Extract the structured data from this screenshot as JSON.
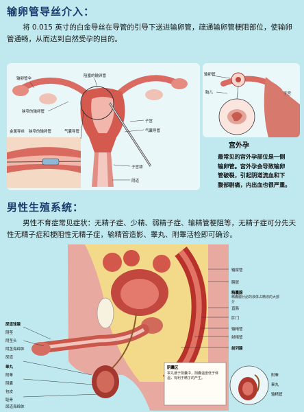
{
  "section1": {
    "title": "输卵管导丝介入：",
    "paragraph": "将 0.015 英寸的白金导丝在导管的引导下送进输卵管，疏通输卵管梗阻部位，使输卵管通畅，从而达到自然受孕的目的。"
  },
  "uterus_labels": {
    "uterine_horn": "输卵管伞",
    "blocked_tube": "阻塞的输卵管",
    "narrow_tube": "狭窄的输卵管",
    "guidewire": "金属导丝",
    "narrow_tube2": "狭窄的输卵管",
    "balloon": "气囊导管",
    "uterus": "子宫",
    "catheter": "气囊导管",
    "cervix": "子宫颈",
    "vagina": "阴道"
  },
  "ectopic": {
    "label_tube": "输卵管",
    "label_embryo": "胎儿",
    "label_uterus": "子宫",
    "title": "宫外孕",
    "desc_lines": [
      "最常见的宫外孕部位是一侧",
      "输卵管。宫外孕会导致输卵",
      "管破裂，引起阴道流血和下",
      "腹部剧痛，内出血也很严重。"
    ]
  },
  "section2": {
    "title": "男性生殖系统：",
    "paragraph": "男性不育症常见症状：无精子症、少精、弱精子症、输精管梗阻等，无精子症可分先天性无精子症和梗阻性无精子症，输精管造影、睾丸、附睾活检即可确诊。"
  },
  "male_labels": {
    "seminal_duct": "输尿管",
    "bladder": "膀胱",
    "seminal_vesicle": "精囊腺",
    "prostate_note": "精囊腺分泌的液体占精液的大部分",
    "rectum": "直肠",
    "anus": "肛门",
    "vas_deferens": "输精管",
    "ejaculatory": "射精管",
    "prostate": "前列腺",
    "urethra_gland": "尿道球腺",
    "penis": "阴茎",
    "glans": "阴茎头",
    "corpus": "阴茎海绵体",
    "urethra": "尿道",
    "testis": "睾丸",
    "epididymis": "附睾",
    "scrotum": "阴囊",
    "foreskin": "包皮",
    "pubis": "耻骨",
    "spongy": "尿道海绵体",
    "detail_title": "阴囊区",
    "detail_note": "睾丸悬于阴囊中，阴囊温度低于体温，有利于精子的产生。",
    "inset_labels": [
      "附睾",
      "睾丸",
      "输精管"
    ]
  },
  "colors": {
    "background": "#bfe9ef",
    "title": "#1b3a6b",
    "flesh": "#e8a9a0",
    "organ_red": "#c2473e",
    "muscle": "#b8312b",
    "fat": "#f3d98a"
  }
}
